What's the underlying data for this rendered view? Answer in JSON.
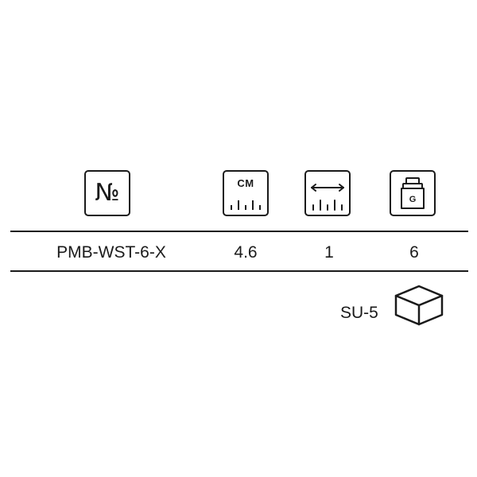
{
  "header": {
    "number_symbol": "№",
    "length_unit": "CM",
    "weight_unit": "G",
    "icons": [
      "number-sign-icon",
      "ruler-cm-icon",
      "width-arrow-icon",
      "weight-icon"
    ]
  },
  "row": {
    "article": "PMB-WST-6-X",
    "length": "4.6",
    "width": "1",
    "weight": "6"
  },
  "packaging": {
    "label": "SU-5",
    "icon": "box-icon"
  },
  "colors": {
    "ink": "#1a1a1a",
    "background": "#ffffff"
  }
}
